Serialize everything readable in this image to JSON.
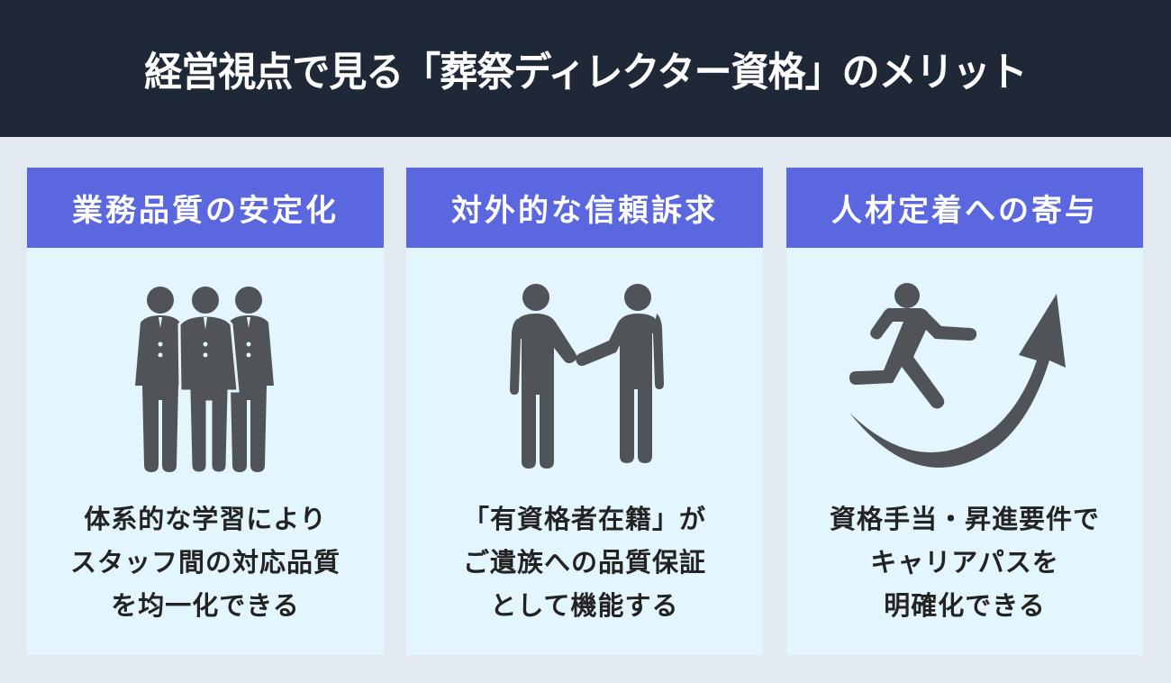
{
  "banner": {
    "title": "経営視点で見る「葬祭ディレクター資格」のメリット"
  },
  "colors": {
    "banner_bg": "#1F2837",
    "page_bg": "#E3E9F0",
    "card_header_bg": "#5B67DF",
    "card_body_bg": "#E3F6FD",
    "icon_fill": "#505357",
    "text": "#232323"
  },
  "cards": [
    {
      "title": "業務品質の安定化",
      "icon": "business-team-icon",
      "lines": [
        "体系的な学習により",
        "スタッフ間の対応品質",
        "を均一化できる"
      ]
    },
    {
      "title": "対外的な信頼訴求",
      "icon": "handshake-icon",
      "lines": [
        "「有資格者在籍」が",
        "ご遺族への品質保証",
        "として機能する"
      ]
    },
    {
      "title": "人材定着への寄与",
      "icon": "career-growth-icon",
      "lines": [
        "資格手当・昇進要件で",
        "キャリアパスを",
        "明確化できる"
      ]
    }
  ]
}
